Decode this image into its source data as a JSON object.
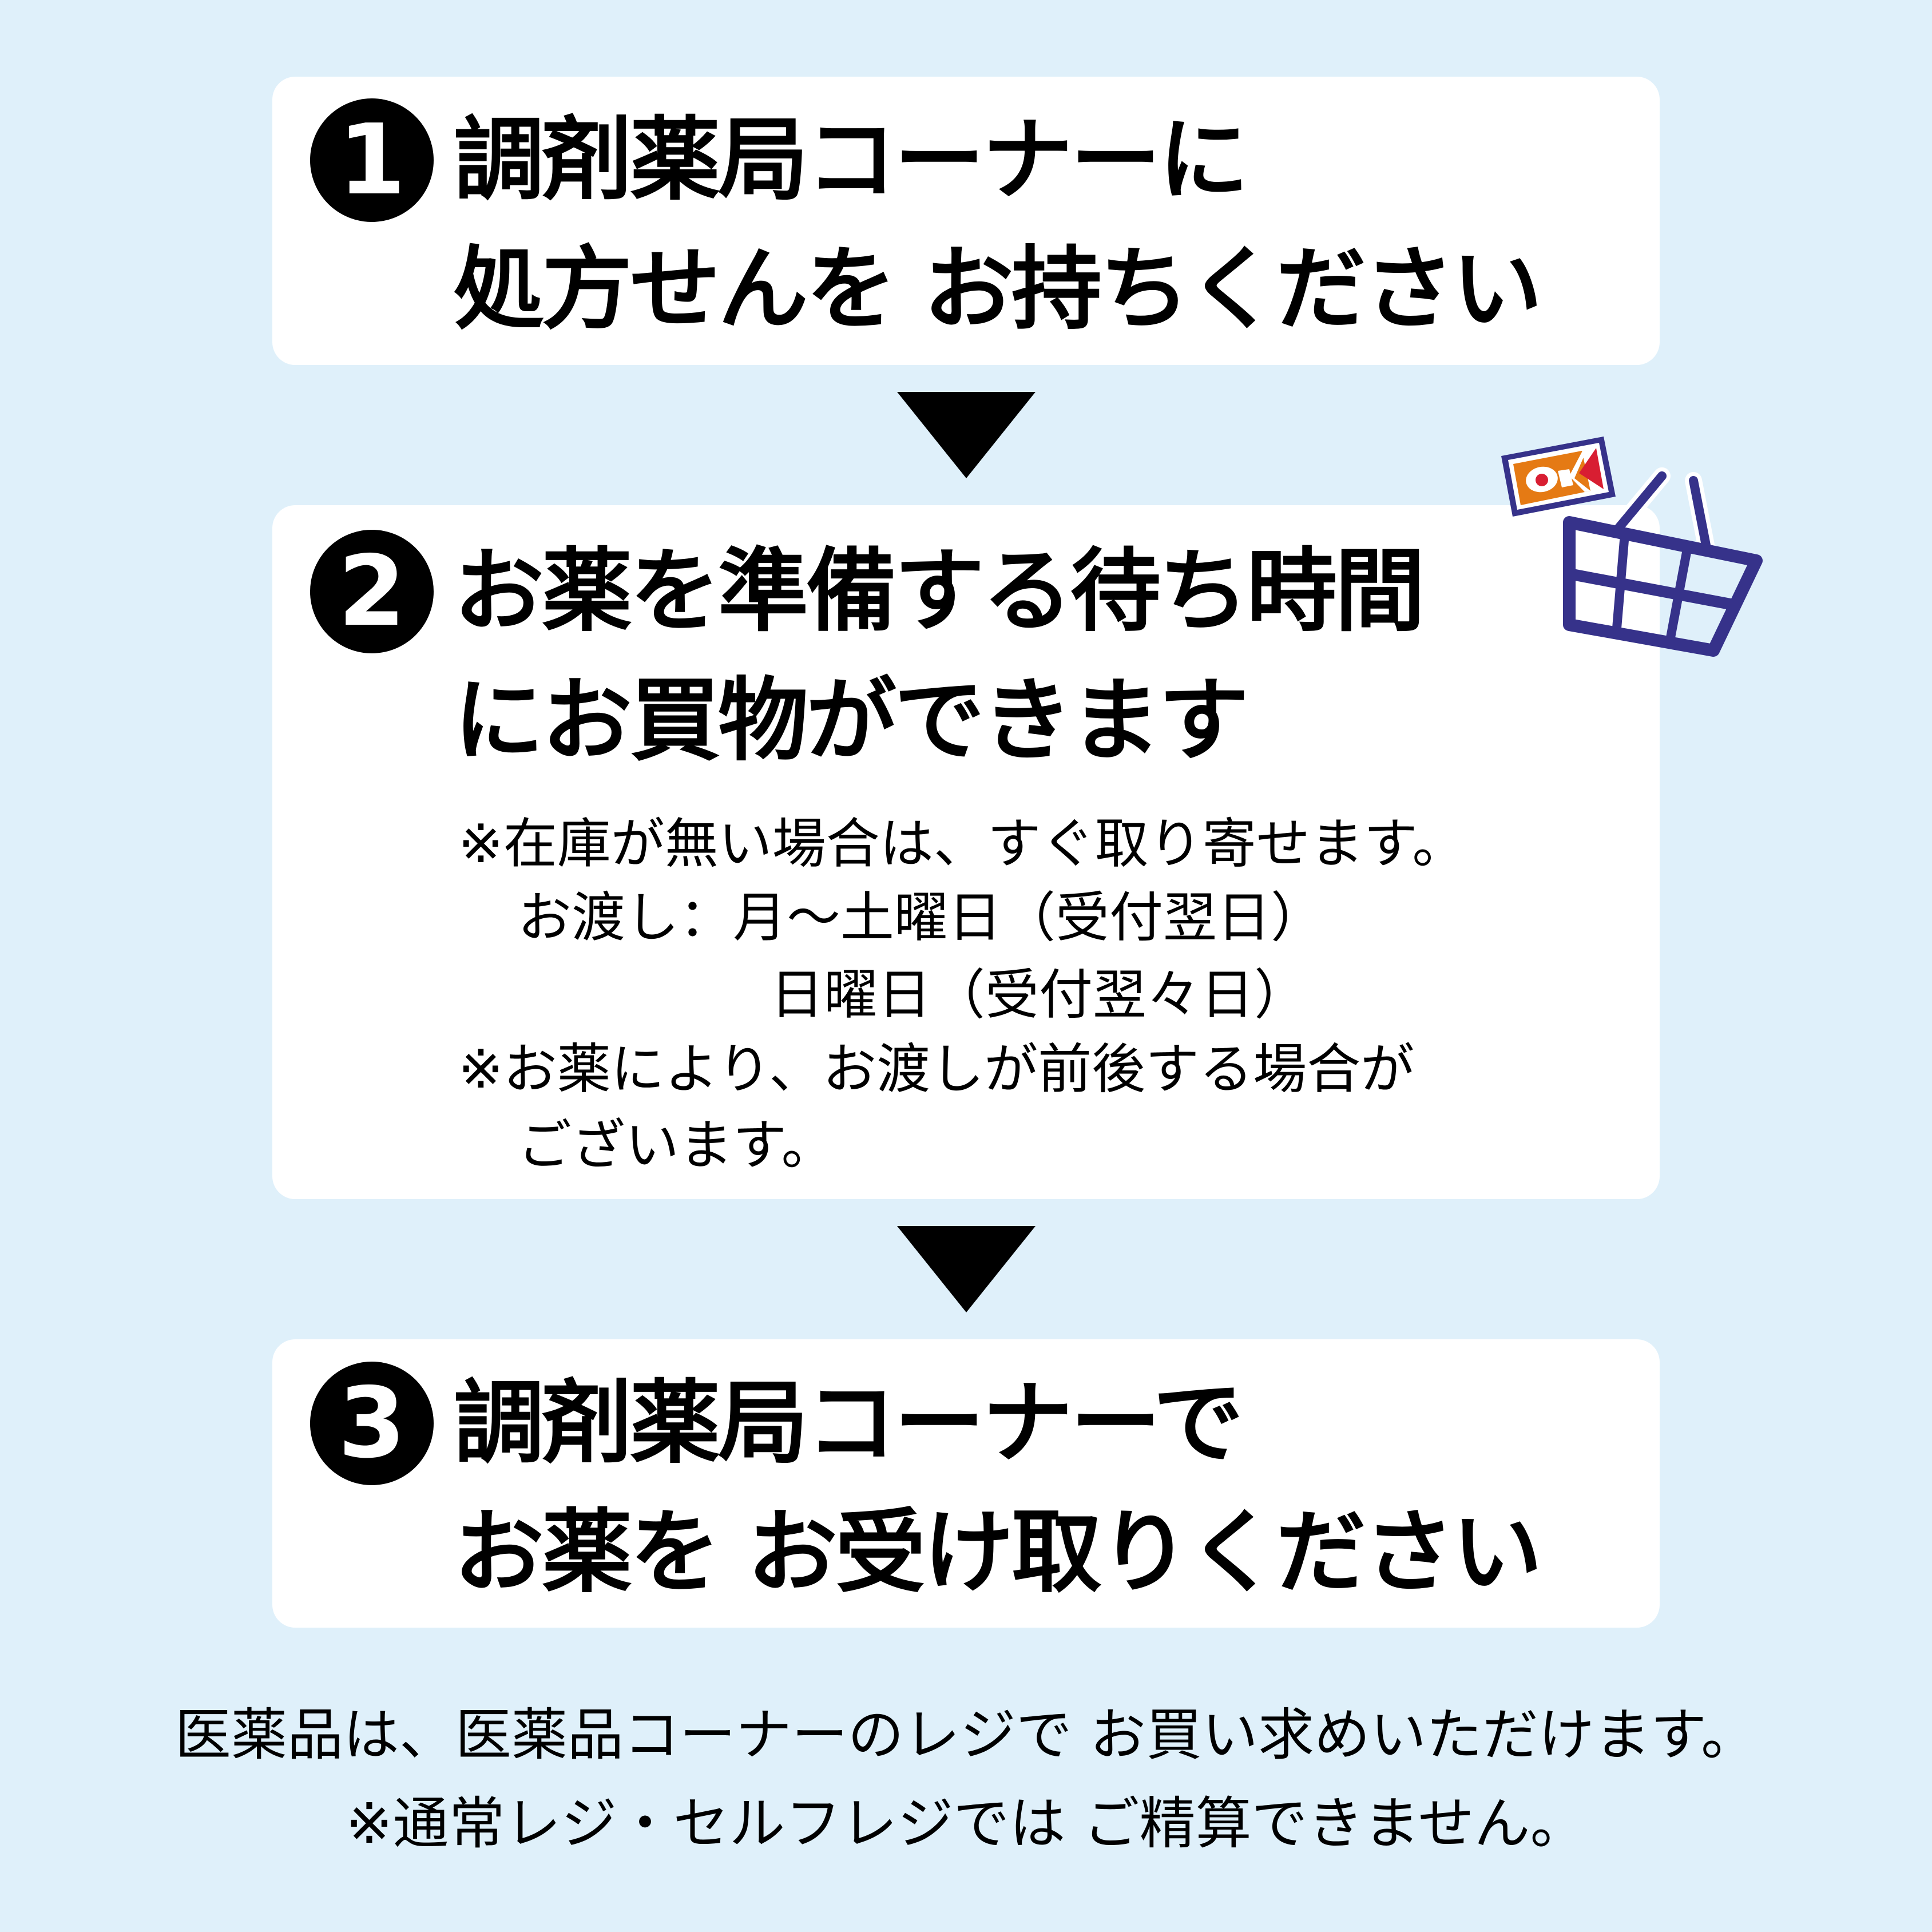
{
  "steps": [
    {
      "number": "1",
      "line1": "調剤薬局コーナーに",
      "line2": "処方せんを お持ちください"
    },
    {
      "number": "2",
      "line1": "お薬を準備する待ち時間",
      "line2": "にお買物ができます",
      "notes": [
        "※在庫が無い場合は、すぐ取り寄せます。",
        "お渡し：月～土曜日（受付翌日）",
        "日曜日（受付翌々日）",
        "※お薬により、お渡しが前後する場合が",
        "ございます。"
      ]
    },
    {
      "number": "3",
      "line1": "調剤薬局コーナーで",
      "line2": "お薬を お受け取りください"
    }
  ],
  "logo": {
    "text": "OK"
  },
  "footer": {
    "line1": "医薬品は、医薬品コーナーのレジで お買い求めいただけます。",
    "line2": "※通常レジ・セルフレジでは ご精算できません。"
  },
  "colors": {
    "background": "#dff0fa",
    "navy": "#36328a",
    "orange": "#e57a14",
    "red": "#d81e32"
  }
}
